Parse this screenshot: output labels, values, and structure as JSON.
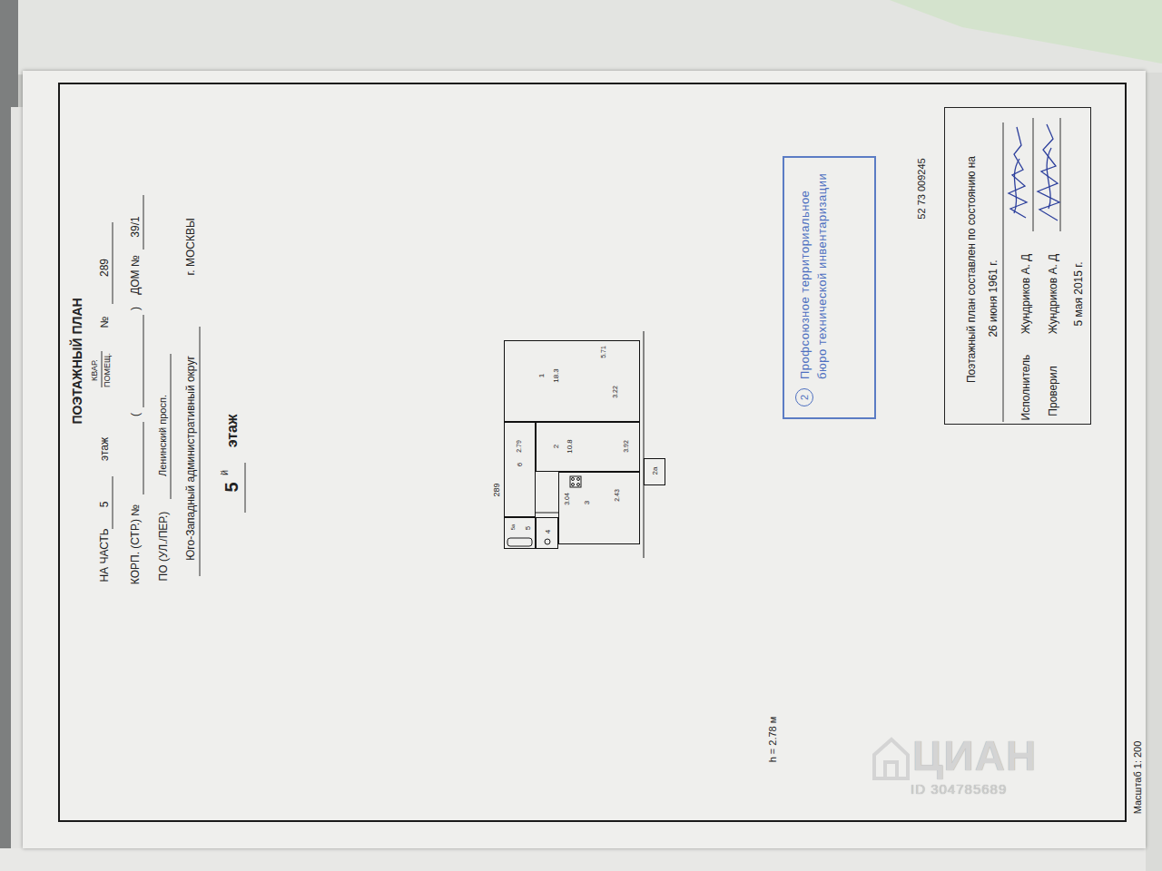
{
  "diagram": {
    "nodes": [
      {
        "text": [
          "Поэтажный план составлен по состоянию на",
          "26 июня 1961 г.",
          "Исполнитель",
          "Жундриков А. Д",
          "Проверил",
          "Жундриков А. Д",
          "5 мая 2015 г."
        ]
      },
      {
        "text": [
          "Профсоюзное территориальное бюро технической инвентаризации",
          "2"
        ]
      },
      {
        "text": [
          "1",
          "18.3"
        ]
      },
      {
        "text": [
          "2",
          "10.8"
        ]
      },
      {
        "text": [
          "3"
        ]
      },
      {
        "text": [
          "4"
        ]
      },
      {
        "text": [
          "5"
        ]
      },
      {
        "text": [
          "6"
        ]
      },
      {
        "text": [
          "2а"
        ]
      }
    ],
    "labels": [
      "ПОЭТАЖНЫЙ ПЛАН",
      "НА ЧАСТЬ",
      "5",
      "этаж",
      "КВАР.",
      "ПОМЕЩ.",
      "№",
      "289",
      "КОРП. (СТР.) №",
      "(",
      ")",
      "ДОМ №",
      "39/1",
      "ПО (УЛ./ПЕР.)",
      "Ленинский просп.",
      "Юго-Западный административный округ",
      "г. МОСКВЫ",
      "5",
      "й",
      "этаж",
      "289",
      "5.71",
      "3.22",
      "2.79",
      "3.92",
      "3.04",
      "2.43",
      "5а",
      "h = 2.78 м",
      "52 73 009245",
      "Масштаб 1: 200",
      "ЦИАН",
      "ID 304785689"
    ]
  }
}
